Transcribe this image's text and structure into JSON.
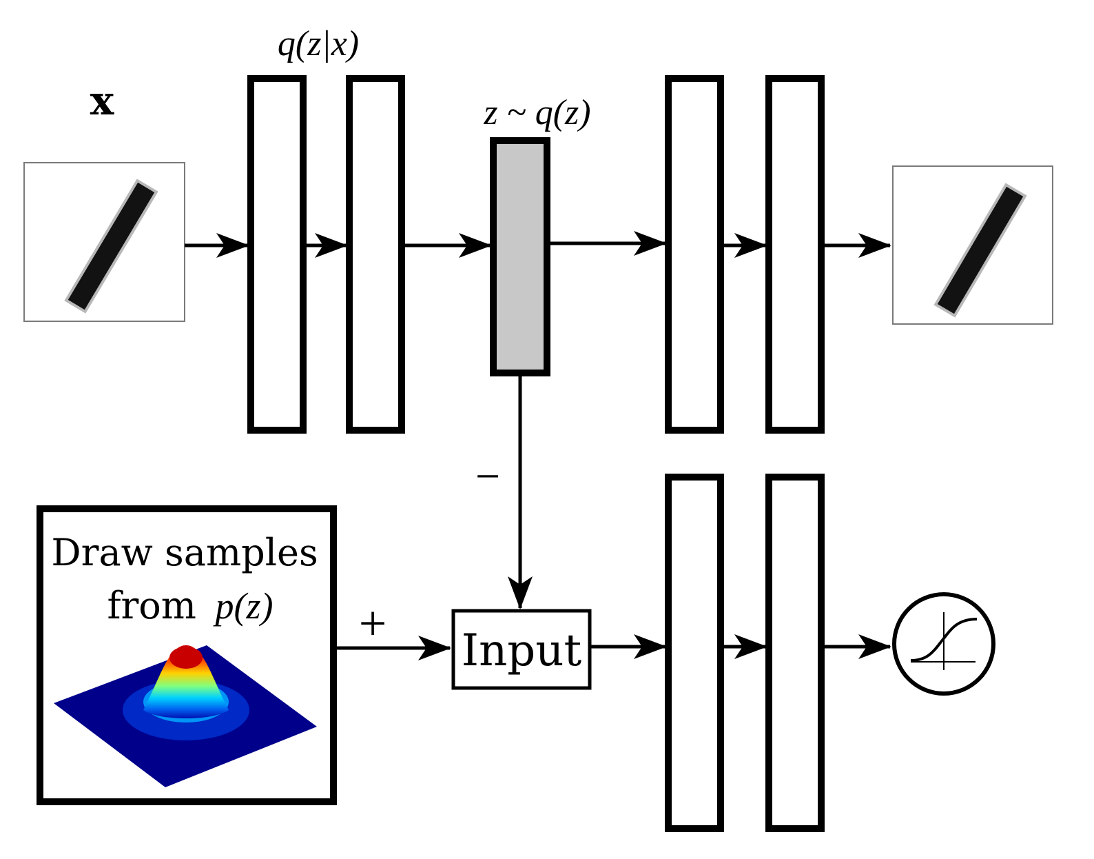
{
  "labels": {
    "x": "x",
    "encoder": "q(z|x)",
    "latent": "z ~ q(z)",
    "minus": "−",
    "plus": "+",
    "prior_line1": "Draw samples",
    "prior_line2_text": "from",
    "prior_line2_math": "p(z)",
    "input": "Input"
  },
  "icons": {
    "input_digit": "handwritten-digit-one",
    "reconstruction_digit": "handwritten-digit-one",
    "prior_surface": "gaussian-surface-plot",
    "output": "sigmoid-icon"
  },
  "colors": {
    "latent_fill": "#c8c8c8",
    "stroke": "#000000",
    "image_border": "#7a7a7a",
    "surface_base": "#00008b",
    "surface_peak": "#d40000"
  }
}
